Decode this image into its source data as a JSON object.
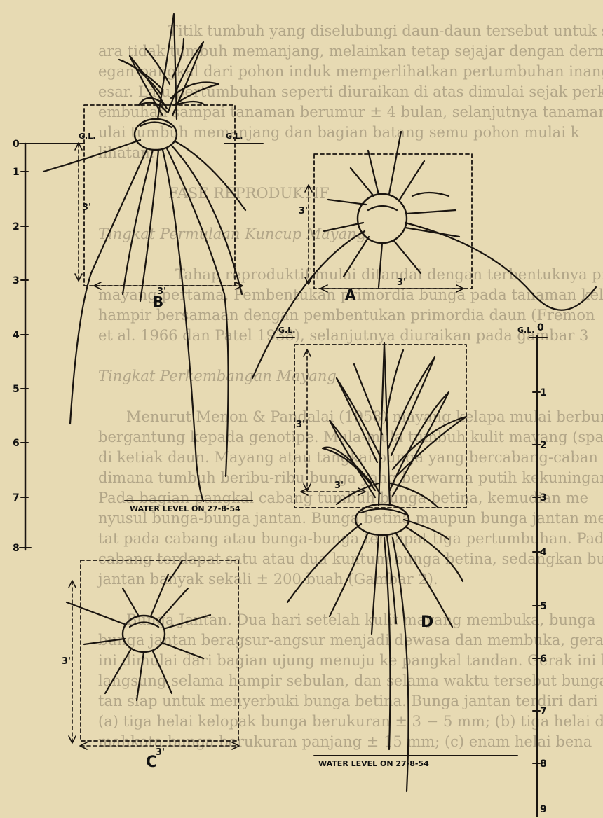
{
  "background_text": {
    "block1": [
      "Titik tumbuh yang diselubungi daun-daun tersebut untuk seme",
      "ara tidak tumbuh memanjang, melainkan tetap sejajar dengan dermiki",
      "egan pangkal dari pohon induk memperlihatkan pertumbuhan inang",
      "esar. Laju pertumbuhan seperti diuraikan di atas dimulai sejak perki",
      "embuhan sampai tanaman berumur ± 4 bulan, selanjutnya tanaman",
      "ulai tumbuh memanjang dan bagian batang semu pohon mulai k",
      "lihatan."
    ],
    "heading1": "FASE REPRODUKTIF",
    "sub1": "Tingkat Permulaan Kuncup Mayang",
    "block2": [
      "Tahap reproduktif mulai ditandai dengan terbentuknya primordi",
      "mayang pertama. Pembentukan primordia bunga pada tanaman kelap",
      "hampir bersamaan dengan pembentukan primordia daun (Fremon",
      "et al. 1966 dan Patel 1938), selanjutnya diuraikan pada gambar 3"
    ],
    "sub2": "Tingkat Perkembangan Mayang",
    "block3": [
      "Menurut Menon & Pandalai (1958) mayang kelapa mulai berbun",
      "bergantung kepada genotipe. Mula-mula tumbuh kulit mayang (spath",
      "di ketiak daun. Mayang atau tangkai bunga yang bercabang-caban",
      "dimana tumbuh beribu-ribu bunga yang berwarna putih kekuningan",
      "Pada bagian pangkal cabang tumbuh bunga betina, kemudian me",
      "nyusul bunga-bunga jantan. Bunga betina maupun bunga jantan me",
      "tat pada cabang atau bunga-bunga terdapat tiga pertumbuhan. Pada ti",
      "cabang terdapat satu atau dua kuntum bunga betina, sedangkan bun",
      "jantan banyak sekali ± 200 buah (Gambar 2)."
    ],
    "block4": [
      "Bunga Jantan. Dua hari setelah kulit mayang membuka, bunga",
      "bunga jantan beragsur-angsur menjadi dewasa dan membuka, gerak",
      "ini dimulai dari bagian ujung menuju ke pangkal tandan. Gerak ini be",
      "langsung selama hampir sebulan, dan selama waktu tersebut bunga ja",
      "tan siap untuk menyerbuki bunga betina. Bunga jantan terdiri dari",
      "(a) tiga helai kelopak bunga berukuran ± 3 − 5 mm; (b) tiga helai da",
      "mahkota bunga berukuran panjang ± 15 mm; (c) enam helai bena"
    ]
  },
  "figure": {
    "labels": {
      "A": "A",
      "B": "B",
      "C": "C",
      "D": "D"
    },
    "ground_level": "G.L.",
    "spacing": "3'",
    "water_level_1": "WATER LEVEL ON 27-8-54",
    "water_level_2": "WATER LEVEL ON 27-8-54",
    "left_scale": [
      "0",
      "1",
      "2",
      "3",
      "4",
      "5",
      "6",
      "7",
      "8"
    ],
    "right_scale": [
      "0",
      "1",
      "2",
      "3",
      "4",
      "5",
      "6",
      "7",
      "8",
      "9"
    ]
  }
}
